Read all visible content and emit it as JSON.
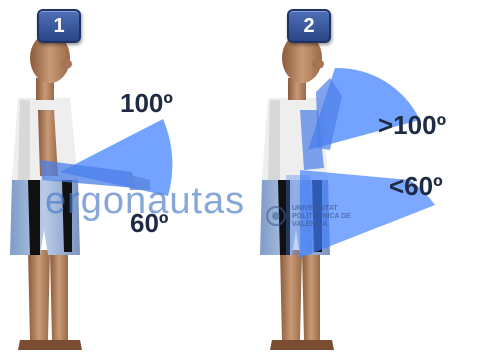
{
  "panels": [
    {
      "number": "1",
      "upper_label": "100º",
      "lower_label": "60º"
    },
    {
      "number": "2",
      "upper_label": ">100º",
      "lower_label": "<60º"
    }
  ],
  "watermark": {
    "brand": "ergonautas",
    "university": "UNIVERSITAT POLITÈCNICA DE VALÈNCIA"
  },
  "colors": {
    "sector_fill": "#3f7fff",
    "label_text": "#1f2b44",
    "badge_fill": "#3b5a9e"
  },
  "icons": [
    "upv-seal-icon"
  ]
}
